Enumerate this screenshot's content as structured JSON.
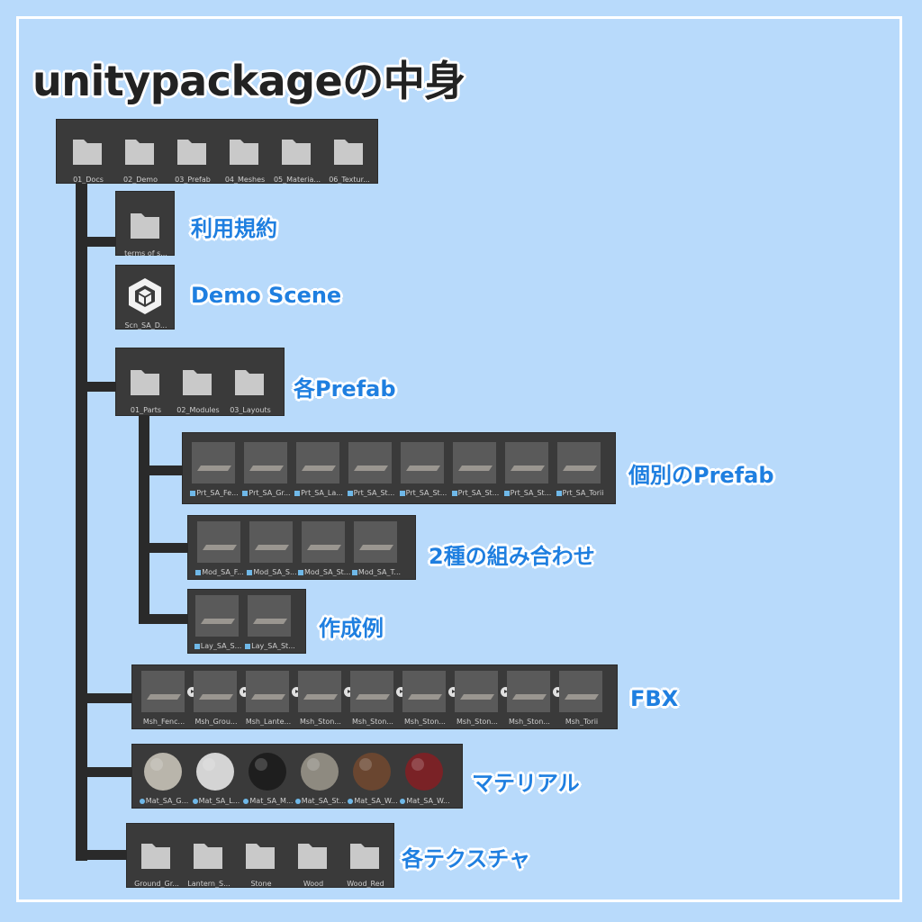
{
  "title": "unitypackageの中身",
  "root_folders": [
    "01_Docs",
    "02_Demo",
    "03_Prefab",
    "04_Meshes",
    "05_Materia...",
    "06_Textur..."
  ],
  "docs": {
    "item": "terms of s...",
    "label": "利用規約"
  },
  "demo": {
    "item": "Scn_SA_D...",
    "label": "Demo Scene"
  },
  "prefab": {
    "folders": [
      "01_Parts",
      "02_Modules",
      "03_Layouts"
    ],
    "label": "各Prefab"
  },
  "parts": {
    "items": [
      "Prt_SA_Fe...",
      "Prt_SA_Gr...",
      "Prt_SA_La...",
      "Prt_SA_St...",
      "Prt_SA_St...",
      "Prt_SA_St...",
      "Prt_SA_St...",
      "Prt_SA_Torii"
    ],
    "label": "個別のPrefab"
  },
  "modules": {
    "items": [
      "Mod_SA_F...",
      "Mod_SA_S...",
      "Mod_SA_St...",
      "Mod_SA_T..."
    ],
    "label": "2種の組み合わせ"
  },
  "layouts": {
    "items": [
      "Lay_SA_S...",
      "Lay_SA_St..."
    ],
    "label": "作成例"
  },
  "meshes": {
    "items": [
      "Msh_Fenc...",
      "Msh_Grou...",
      "Msh_Lante...",
      "Msh_Ston...",
      "Msh_Ston...",
      "Msh_Ston...",
      "Msh_Ston...",
      "Msh_Ston...",
      "Msh_Torii"
    ],
    "label": "FBX"
  },
  "materials": {
    "items": [
      "Mat_SA_G...",
      "Mat_SA_L...",
      "Mat_SA_M...",
      "Mat_SA_St...",
      "Mat_SA_W...",
      "Mat_SA_W..."
    ],
    "colors": [
      "#b9b5ab",
      "#d4d4d4",
      "#1e1e1e",
      "#8e8a80",
      "#6a4630",
      "#7a2226"
    ],
    "label": "マテリアル"
  },
  "textures": {
    "items": [
      "Ground_Gr...",
      "Lantern_S...",
      "Stone",
      "Wood",
      "Wood_Red"
    ],
    "label": "各テクスチャ"
  },
  "colors": {
    "background": "#b8dafb",
    "panel": "#3a3a3a",
    "accent": "#1f7fe0",
    "tree": "#2a2a2a"
  }
}
